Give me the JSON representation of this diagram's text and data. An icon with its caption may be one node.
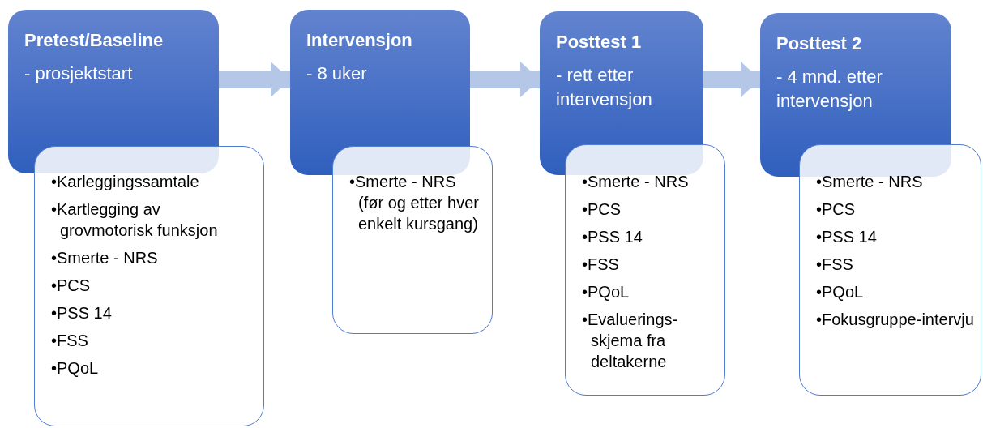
{
  "diagram": {
    "nodes": [
      {
        "text": [
          "Pretest/Baseline",
          "- prosjektstart"
        ]
      },
      {
        "text": [
          "•Karleggingssamtale",
          "•Kartlegging av grovmotorisk funksjon",
          "•Smerte - NRS",
          "•PCS",
          "•PSS 14",
          "•FSS",
          "•PQoL"
        ]
      },
      {
        "text": [
          "Intervensjon",
          "- 8 uker"
        ]
      },
      {
        "text": [
          "•Smerte - NRS (før og etter hver enkelt kursgang)"
        ]
      },
      {
        "text": [
          "Posttest 1",
          "- rett etter intervensjon"
        ]
      },
      {
        "text": [
          "•Smerte - NRS",
          "•PCS",
          "•PSS 14",
          "•FSS",
          "•PQoL",
          "•Evaluerings-skjema fra deltakerne"
        ]
      },
      {
        "text": [
          "Posttest 2",
          "- 4 mnd. etter intervensjon"
        ]
      },
      {
        "text": [
          "•Smerte - NRS",
          "•PCS",
          "•PSS 14",
          "•FSS",
          "•PQoL",
          "•Fokusgruppe-intervju"
        ]
      }
    ],
    "edges": [
      {
        "from": 0,
        "to": 2,
        "arrow": "to"
      },
      {
        "from": 2,
        "to": 4,
        "arrow": "to"
      },
      {
        "from": 4,
        "to": 6,
        "arrow": "to"
      }
    ]
  }
}
